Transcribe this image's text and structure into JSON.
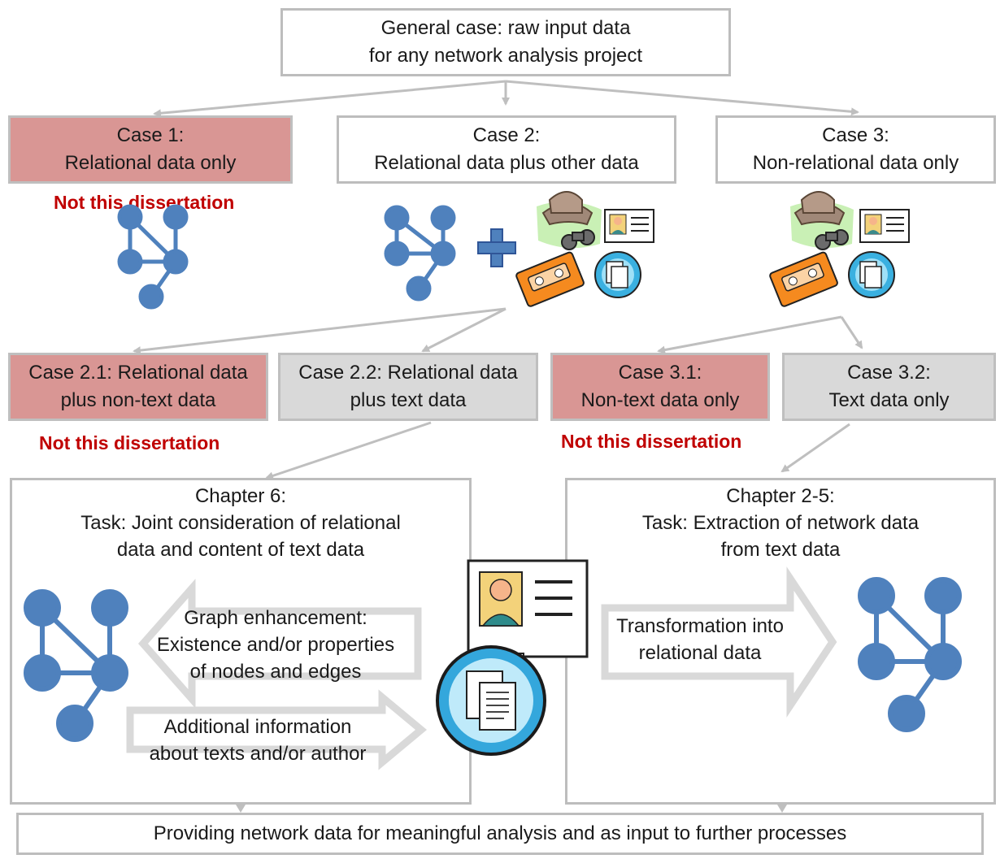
{
  "general": [
    "General case: raw input data",
    "for any network analysis project"
  ],
  "case1": [
    "Case 1:",
    "Relational data only"
  ],
  "case2": [
    "Case 2:",
    "Relational data plus other data"
  ],
  "case3": [
    "Case 3:",
    "Non-relational data only"
  ],
  "case21": [
    "Case 2.1: Relational data",
    "plus non-text data"
  ],
  "case22": [
    "Case 2.2: Relational data",
    "plus text data"
  ],
  "case31": [
    "Case 3.1:",
    "Non-text data only"
  ],
  "case32": [
    "Case 3.2:",
    "Text data only"
  ],
  "notes": {
    "n1": "Not this dissertation",
    "n2": "Not this dissertation",
    "n3": "Not this  dissertation"
  },
  "chapter6": {
    "title": [
      "Chapter 6:",
      "Task: Joint consideration of relational",
      "data and content of text data"
    ],
    "graph_enhancement": [
      "Graph enhancement:",
      "Existence and/or properties",
      "of nodes and edges"
    ],
    "additional_info": [
      "Additional information",
      "about texts and/or author"
    ]
  },
  "chapter25": {
    "title": [
      "Chapter 2-5:",
      "Task: Extraction of network data",
      "from text data"
    ],
    "transformation": [
      "Transformation into",
      "relational data"
    ]
  },
  "bottom": "Providing network data for meaningful analysis and as input to further processes",
  "icons": [
    "network-graph-icon",
    "plus-icon",
    "explorer-hat-icon",
    "binoculars-icon",
    "id-card-icon",
    "cassette-tape-icon",
    "documents-icon"
  ],
  "colors": {
    "node": "#4f81bd",
    "red_box": "#d99694",
    "grey_box": "#d9d9d9",
    "note_red": "#c00000",
    "arrow": "#bfbfbf"
  }
}
